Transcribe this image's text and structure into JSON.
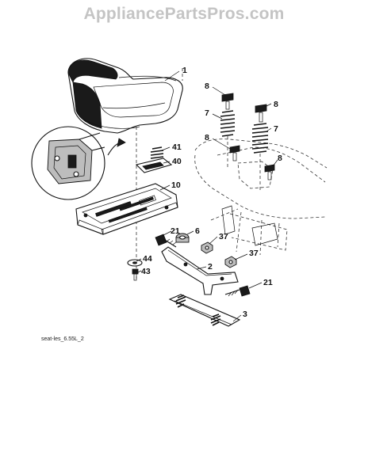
{
  "watermark": "AppliancePartsPros.com",
  "figure_id": "seat-les_6.55L_2",
  "callouts": {
    "c1": "1",
    "c2": "2",
    "c3": "3",
    "c6": "6",
    "c7a": "7",
    "c7b": "7",
    "c8a": "8",
    "c8b": "8",
    "c8c": "8",
    "c8d": "8",
    "c10": "10",
    "c21a": "21",
    "c21b": "21",
    "c37a": "37",
    "c37b": "37",
    "c40": "40",
    "c41": "41",
    "c43": "43",
    "c44": "44"
  }
}
